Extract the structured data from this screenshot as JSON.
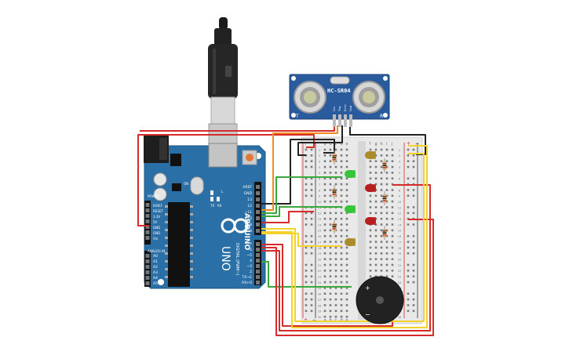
{
  "sensor": {
    "model": "HC-SR04",
    "left_marker": "T",
    "right_marker": "R",
    "pins": [
      "Vcc",
      "Trig",
      "Echo",
      "Gnd"
    ]
  },
  "arduino": {
    "brand": "ARDUINO",
    "model": "UNO",
    "digital_label": "DIGITAL (PWM~)",
    "power_header_label": "POWER",
    "analog_header_label": "ANALOG IN",
    "power_pins": [
      "IOREF",
      "RESET",
      "3.3V",
      "5V",
      "GND",
      "GND",
      "Vin"
    ],
    "analog_pins": [
      "A0",
      "A1",
      "A2",
      "A3",
      "A4",
      "A5"
    ],
    "top_header_pins": [
      "AREF",
      "GND",
      "13",
      "12",
      "~11",
      "~10",
      "~9",
      "8"
    ],
    "lower_header_pins": [
      "7",
      "~6",
      "~5",
      "4",
      "~3",
      "2",
      "TX→1",
      "RX←0"
    ],
    "on_label": "ON",
    "tx_label": "TX",
    "rx_label": "RX",
    "l_label": "L"
  },
  "breadboard": {
    "col_left": [
      "a",
      "b",
      "c",
      "d",
      "e"
    ],
    "col_right": [
      "f",
      "g",
      "h",
      "i",
      "j"
    ],
    "rail_plus": "+",
    "rail_minus": "−",
    "row_numbers": [
      "1",
      "2",
      "3",
      "4",
      "5",
      "6",
      "7",
      "8",
      "9",
      "10",
      "11",
      "12",
      "13",
      "14",
      "15",
      "16",
      "17",
      "18",
      "19",
      "20",
      "21",
      "22",
      "23",
      "24",
      "25",
      "26",
      "27",
      "28",
      "29",
      "30"
    ]
  },
  "buzzer": {
    "plus": "+",
    "minus": "−"
  },
  "colors": {
    "arduino_blue": "#2b6fa7",
    "wire_red": "#d62b2b",
    "wire_black": "#222222",
    "wire_green": "#3aa83a",
    "wire_yellow": "#f2d22b",
    "wire_orange": "#f08a1c",
    "led_green": "#38c438",
    "led_red": "#b81e1e",
    "led_yellow": "#a98b2c",
    "sensor_blue": "#2a5b9c"
  }
}
